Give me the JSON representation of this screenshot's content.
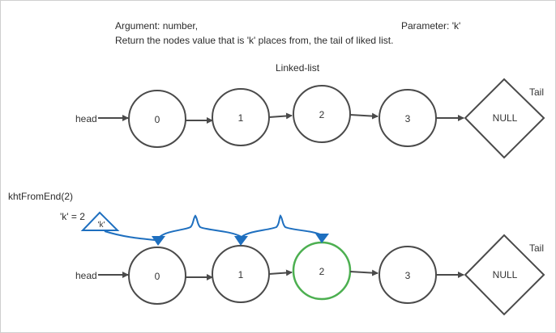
{
  "header": {
    "argument_line": "Argument: number,",
    "parameter_line": "Parameter: 'k'",
    "description": "Return the nodes value that is 'k' places from, the tail of liked list."
  },
  "top_diagram": {
    "title": "Linked-list",
    "head_label": "head",
    "nodes": [
      "0",
      "1",
      "2",
      "3"
    ],
    "null_label": "NULL",
    "tail_label": "Tail"
  },
  "bottom_diagram": {
    "call_label": "khtFromEnd(2)",
    "k_value_label": "'k' = 2",
    "k_marker_label": "'k'",
    "head_label": "head",
    "nodes": [
      "0",
      "1",
      "2",
      "3"
    ],
    "highlighted_node_index": 2,
    "null_label": "NULL",
    "tail_label": "Tail"
  },
  "colors": {
    "node_stroke": "#4a4a4a",
    "highlight_stroke": "#4caf50",
    "pointer_blue": "#1e6fbf",
    "arrow": "#4a4a4a"
  }
}
